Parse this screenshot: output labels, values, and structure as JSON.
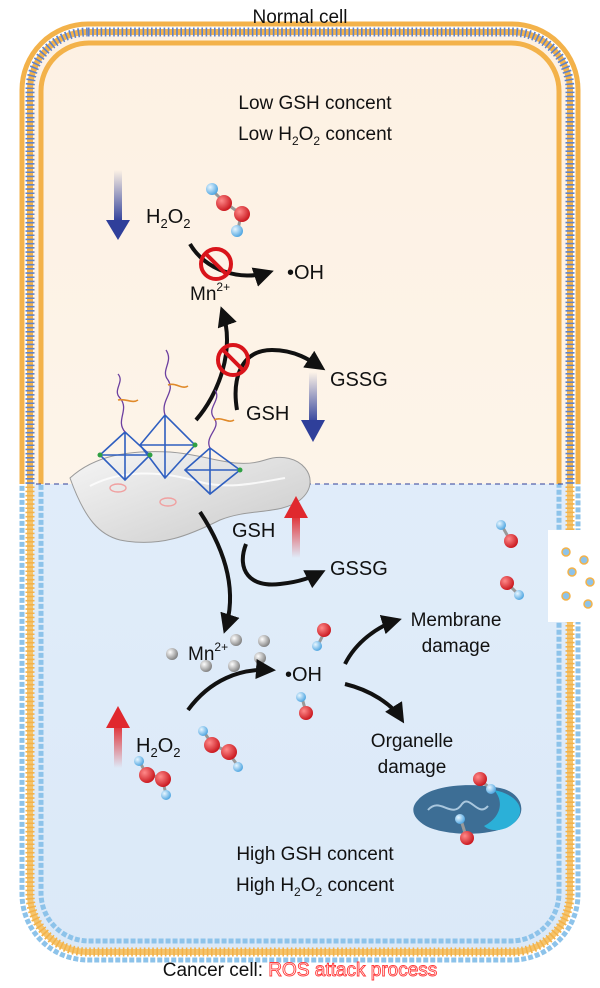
{
  "title_top": "Normal cell",
  "normal": {
    "line1": "Low GSH concent",
    "line2_prefix": "Low H",
    "line2_sub1": "2",
    "line2_mid": "O",
    "line2_sub2": "2",
    "line2_suffix": " concent",
    "h2o2_main": "H",
    "h2o2_sub1": "2",
    "h2o2_o": "O",
    "h2o2_sub2": "2",
    "mn_main": "Mn",
    "mn_sup": "2+",
    "oh": "•OH",
    "gssg": "GSSG",
    "gsh": "GSH"
  },
  "cancer": {
    "gsh": "GSH",
    "gssg": "GSSG",
    "mn_main": "Mn",
    "mn_sup": "2+",
    "oh": "•OH",
    "membrane1": "Membrane",
    "membrane2": "damage",
    "organelle1": "Organelle",
    "organelle2": "damage",
    "h2o2_main": "H",
    "h2o2_sub1": "2",
    "h2o2_o": "O",
    "h2o2_sub2": "2",
    "line1": "High GSH concent",
    "line2_prefix": "High H",
    "line2_sub1": "2",
    "line2_mid": "O",
    "line2_sub2": "2",
    "line2_suffix": " concent"
  },
  "caption": {
    "prefix": "Cancer cell: ",
    "highlight": "ROS attack process"
  },
  "colors": {
    "normal_bg": "#fdf0e0",
    "cancer_bg": "#e3eefa",
    "membrane_orange": "#f3b24a",
    "membrane_blue": "#5f82c9",
    "membrane_lightblue": "#8dc3ea",
    "arrow_blue": "#2f3f9a",
    "arrow_red": "#e0282e",
    "prohibit_red": "#d9141b",
    "caption_red": "#ff3b3b"
  }
}
